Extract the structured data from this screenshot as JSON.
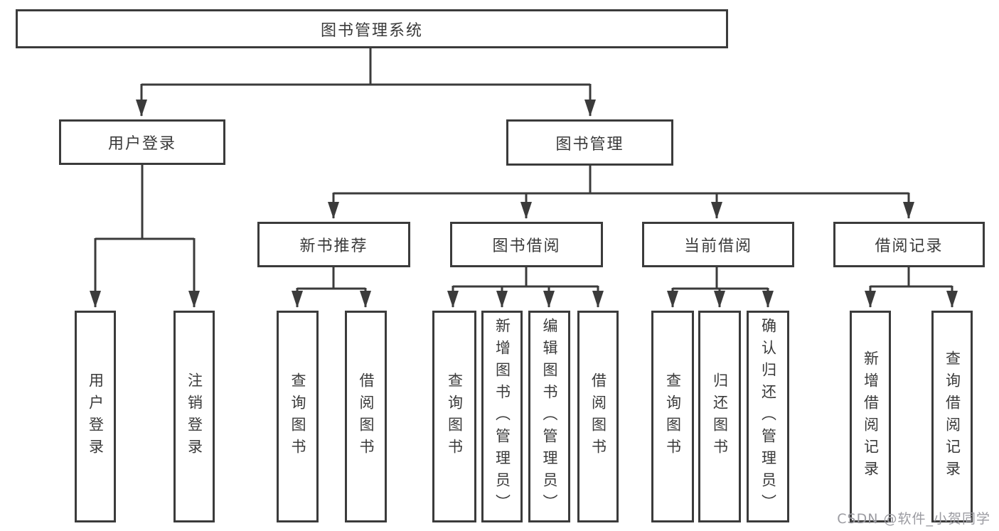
{
  "diagram": {
    "kind": "function-structure-tree",
    "colors": {
      "line": "#3b3b3b",
      "box_border": "#3b3b3b",
      "box_background": "#ffffff",
      "text": "#3a3a3a",
      "watermark_text_color": "#9b9ba1"
    },
    "tree": {
      "label": "图书管理系统",
      "children": [
        {
          "label": "用户登录",
          "children": [
            {
              "label": "用户登录"
            },
            {
              "label": "注销登录"
            }
          ]
        },
        {
          "label": "图书管理",
          "children": [
            {
              "label": "新书推荐",
              "children": [
                {
                  "label": "查询图书"
                },
                {
                  "label": "借阅图书"
                }
              ]
            },
            {
              "label": "图书借阅",
              "children": [
                {
                  "label": "查询图书"
                },
                {
                  "label": "新增图书（管理员）"
                },
                {
                  "label": "编辑图书（管理员）"
                },
                {
                  "label": "借阅图书"
                }
              ]
            },
            {
              "label": "当前借阅",
              "children": [
                {
                  "label": "查询图书"
                },
                {
                  "label": "归还图书"
                },
                {
                  "label": "确认归还（管理员）"
                }
              ]
            },
            {
              "label": "借阅记录",
              "children": [
                {
                  "label": "新增借阅记录"
                },
                {
                  "label": "查询借阅记录"
                }
              ]
            }
          ]
        }
      ]
    }
  },
  "watermark": {
    "text": "CSDN @软件_小贺同学"
  }
}
